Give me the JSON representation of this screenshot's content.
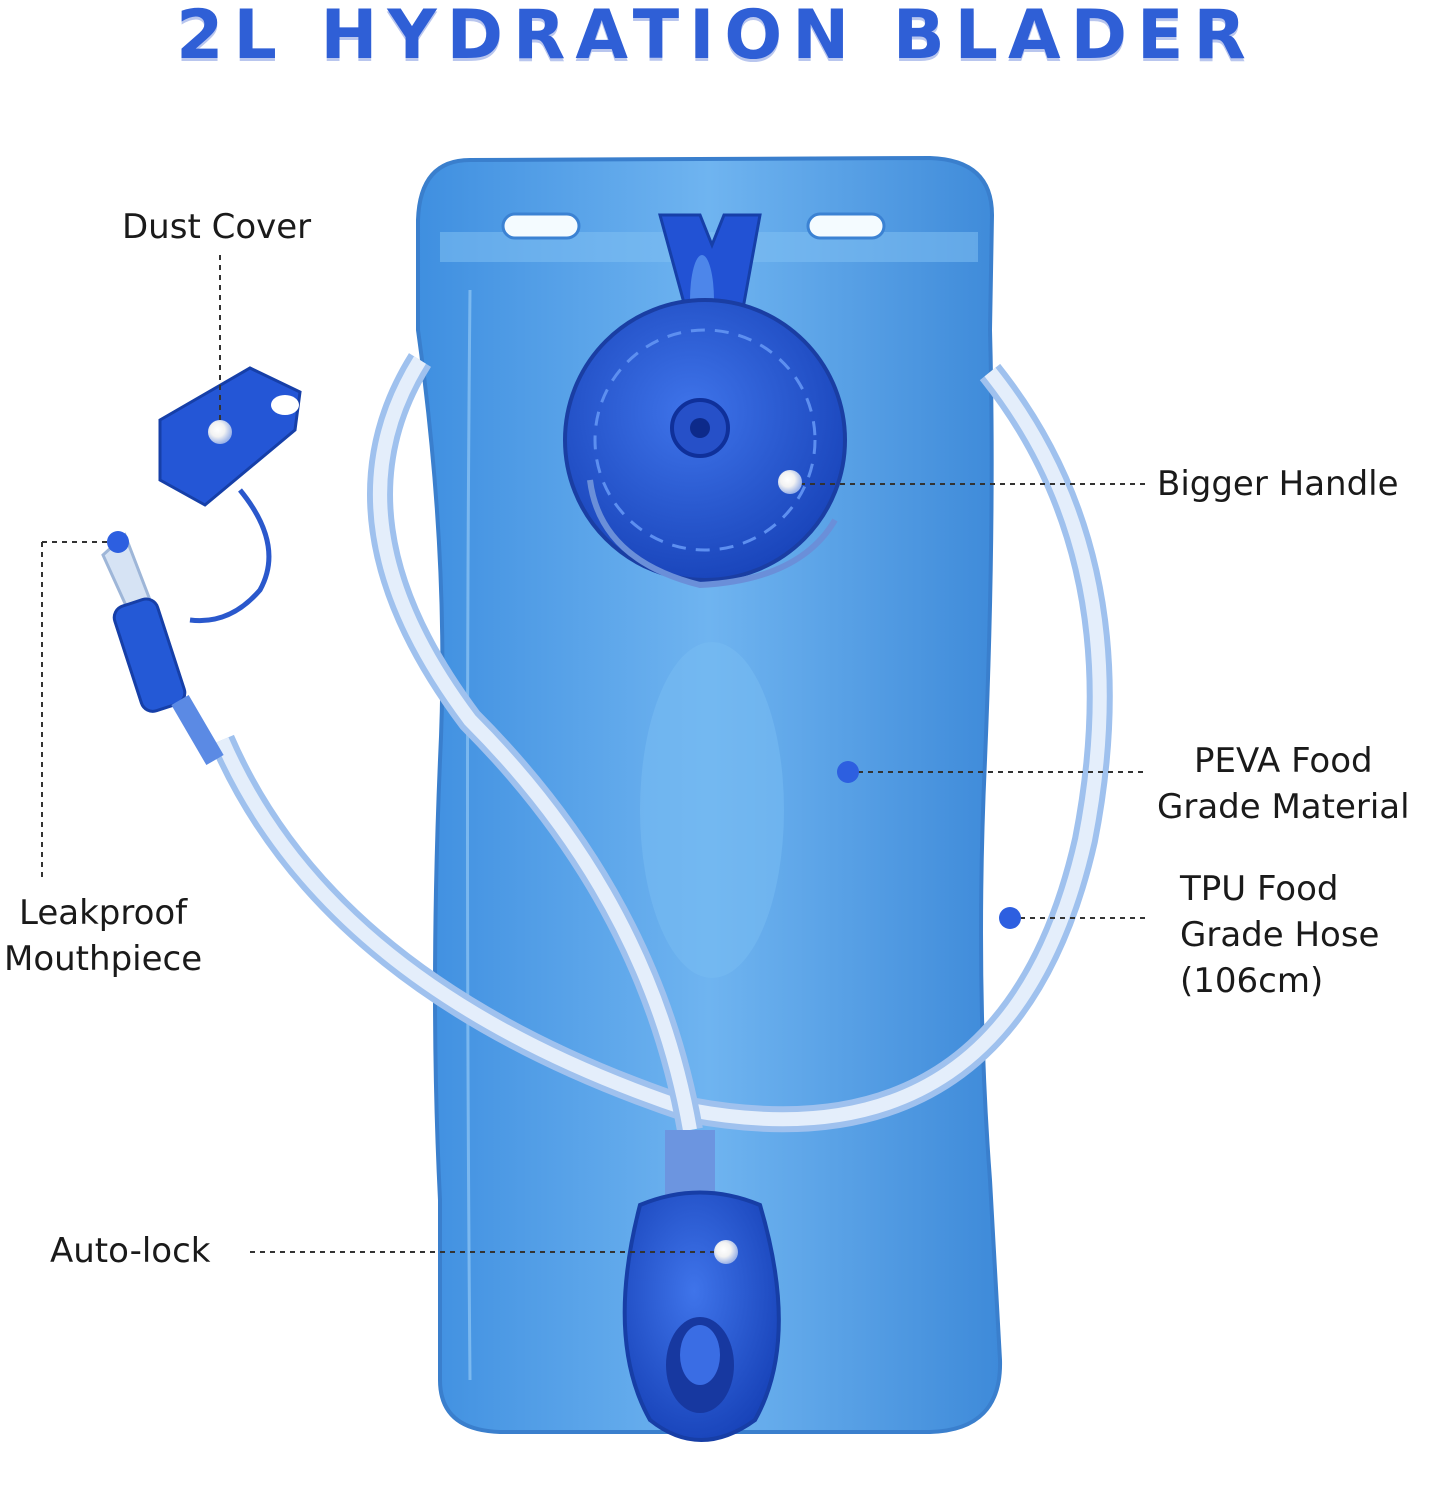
{
  "title": "2L HYDRATION BLADER",
  "labels": {
    "dust_cover": "Dust Cover",
    "bigger_handle": "Bigger Handle",
    "peva_line1": "PEVA Food",
    "peva_line2": "Grade Material",
    "tpu_line1": "TPU Food",
    "tpu_line2": "Grade Hose",
    "tpu_line3": "(106cm)",
    "leakproof_line1": "Leakproof",
    "leakproof_line2": "Mouthpiece",
    "autolock": "Auto-lock"
  },
  "colors": {
    "title": "#2f5fd6",
    "bladder": "#5aa3e8",
    "parts": "#2155d8",
    "hose": "#c9dcf5"
  }
}
